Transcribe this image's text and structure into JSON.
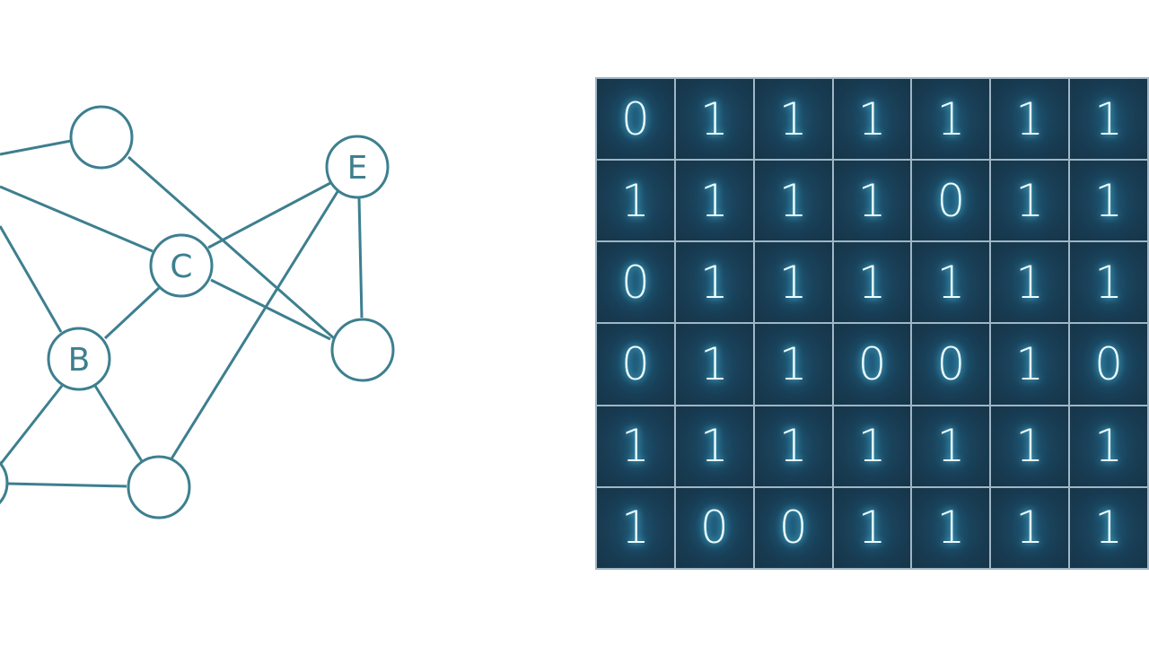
{
  "graph": {
    "nodes": [
      {
        "id": "n-top",
        "label": ""
      },
      {
        "id": "n-e",
        "label": "E"
      },
      {
        "id": "n-c",
        "label": "C"
      },
      {
        "id": "n-b",
        "label": "B"
      },
      {
        "id": "n-right",
        "label": ""
      },
      {
        "id": "n-bottom",
        "label": ""
      },
      {
        "id": "n-offscreen-left",
        "label": ""
      }
    ],
    "color": "#3d7f8f"
  },
  "matrix": {
    "rows": [
      [
        "0",
        "1",
        "1",
        "1",
        "1",
        "1",
        "1"
      ],
      [
        "1",
        "1",
        "1",
        "1",
        "0",
        "1",
        "1"
      ],
      [
        "0",
        "1",
        "1",
        "1",
        "1",
        "1",
        "1"
      ],
      [
        "0",
        "1",
        "1",
        "0",
        "0",
        "1",
        "0"
      ],
      [
        "1",
        "1",
        "1",
        "1",
        "1",
        "1",
        "1"
      ],
      [
        "1",
        "0",
        "0",
        "1",
        "1",
        "1",
        "1"
      ]
    ],
    "background": "#1b3f59",
    "grid_color": "#9fb6c6",
    "digit_color": "#eafcff"
  }
}
